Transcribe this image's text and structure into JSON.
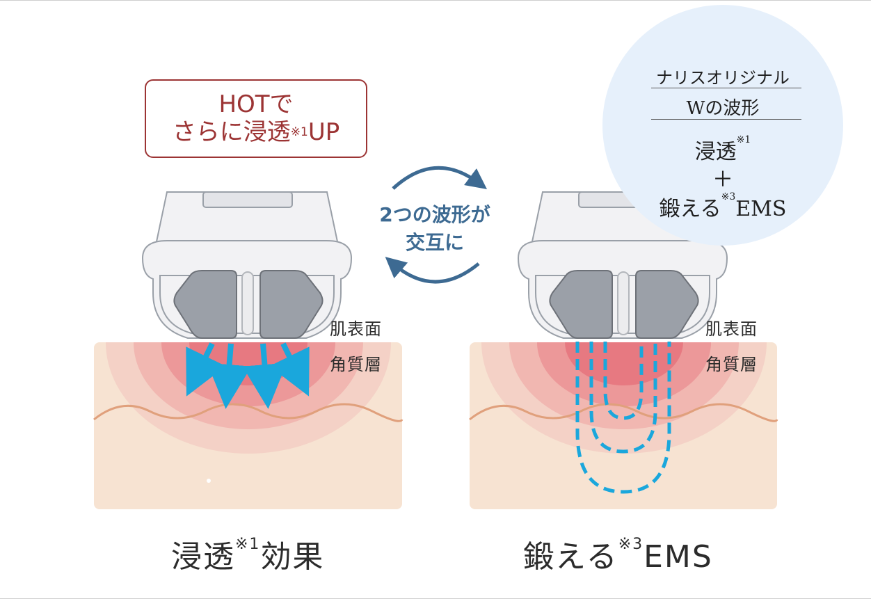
{
  "hot_callout": {
    "line1": "HOTで",
    "line2": "さらに浸透",
    "line2_mark": "※1",
    "line2_end": "UP"
  },
  "wave_label": {
    "line1": "2つの波形が",
    "line2": "交互に"
  },
  "bubble": {
    "line1": "ナリスオリジナル",
    "line2": "Wの波形",
    "line3": "浸透",
    "line3_mark": "※1",
    "plus": "＋",
    "line4": "鍛える",
    "line4_mark": "※3",
    "line4_end": "EMS"
  },
  "left_panel": {
    "layer_top": "肌表面",
    "layer_mid": "角質層",
    "caption": "浸透",
    "caption_mark": "※1",
    "caption_end": "効果"
  },
  "right_panel": {
    "layer_top": "肌表面",
    "layer_mid": "角質層",
    "caption": "鍛える",
    "caption_mark": "※3",
    "caption_end": "EMS"
  },
  "colors": {
    "skin": "#f7e3d2",
    "heat": "#e8707a",
    "wave": "#e0a07c",
    "arrow": "#1aa7dc",
    "electrode": "#9ba0a8",
    "device": "#f2f2f4",
    "dark_red": "#9c3434",
    "blue_text": "#3d6a92",
    "bubble": "#e6f0fb"
  }
}
